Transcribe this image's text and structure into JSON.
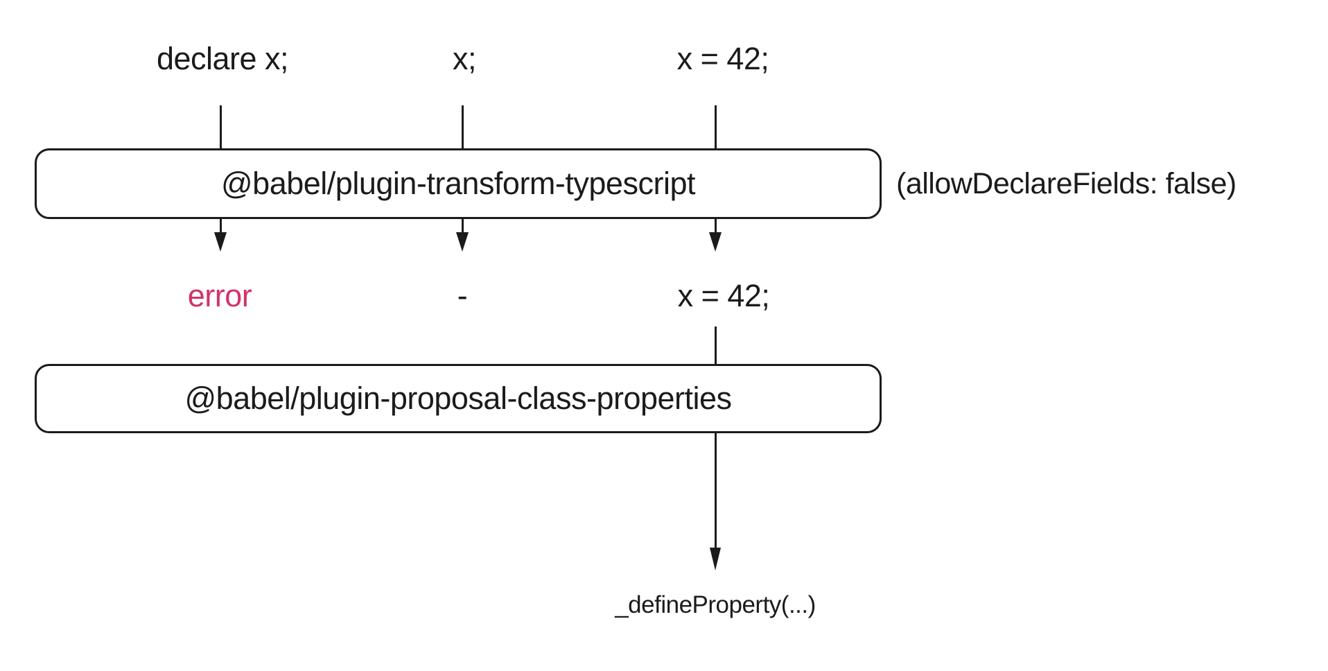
{
  "colors": {
    "ink": "#1b1b1b",
    "error_text": "#d0336b",
    "background": "#ffffff"
  },
  "diagram": {
    "inputs": [
      {
        "label": "declare x;"
      },
      {
        "label": "x;"
      },
      {
        "label": "x = 42;"
      }
    ],
    "stage1": {
      "box_label": "@babel/plugin-transform-typescript",
      "option_note": "(allowDeclareFields: false)"
    },
    "intermediate": [
      {
        "label": "error",
        "status": "error"
      },
      {
        "label": "-",
        "status": "removed"
      },
      {
        "label": "x = 42;",
        "status": "kept"
      }
    ],
    "stage2": {
      "box_label": "@babel/plugin-proposal-class-properties"
    },
    "output": {
      "label": "_defineProperty(...)"
    }
  }
}
